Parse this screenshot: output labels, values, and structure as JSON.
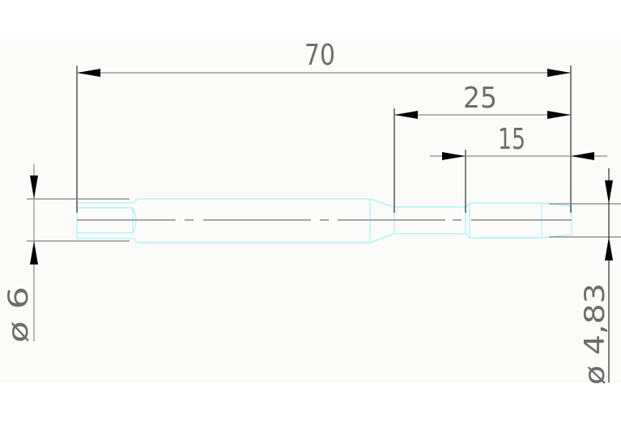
{
  "drawing": {
    "type": "technical-drawing",
    "colors": {
      "sheet": "#fbfcfa",
      "dimension_line": "#8a8a8a",
      "arrow": "#000000",
      "part_outline": "#a8f2f4",
      "text": "#6d6d6d"
    },
    "dimensions": {
      "overall_length": {
        "label": "70",
        "orientation": "horizontal"
      },
      "right_section_length": {
        "label": "25",
        "orientation": "horizontal"
      },
      "tip_length": {
        "label": "15",
        "orientation": "horizontal"
      },
      "left_diameter": {
        "label": "ø 6",
        "symbol": "ø",
        "value": "6",
        "orientation": "vertical"
      },
      "right_diameter": {
        "label": "ø 4,83",
        "symbol": "ø",
        "value": "4,83",
        "orientation": "vertical"
      }
    }
  }
}
